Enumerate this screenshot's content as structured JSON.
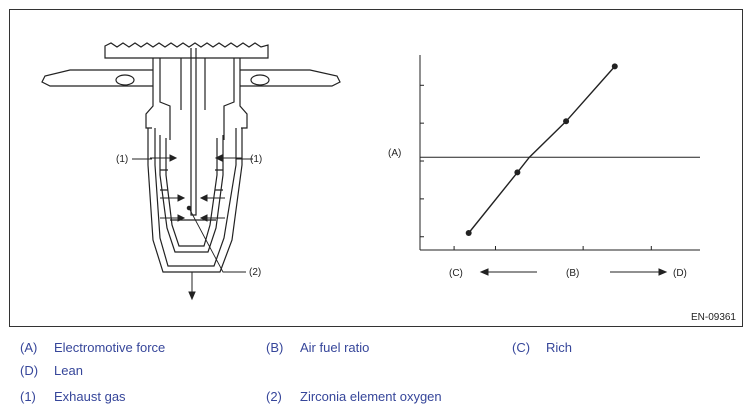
{
  "figure": {
    "code": "EN-09361",
    "sensor_labels": {
      "exhaust_left": "(1)",
      "exhaust_right": "(1)",
      "element": "(2)"
    },
    "graph_labels": {
      "a": "(A)",
      "b": "(B)",
      "c": "(C)",
      "d": "(D)"
    }
  },
  "chart_data": {
    "type": "line",
    "x": [
      1,
      2,
      3,
      4
    ],
    "y": [
      0.1,
      1.7,
      3.05,
      4.5
    ],
    "threshold_y": 2.1,
    "xlim": [
      0,
      5.75
    ],
    "ylim": [
      -0.35,
      4.8
    ],
    "yticks": [
      0,
      1,
      2,
      3,
      4
    ],
    "xticks": [
      0.7,
      1.55,
      3.35,
      4.75
    ],
    "y_axis_label": "(A)",
    "x_axis_label": "(B)",
    "left_label": "(C)",
    "right_label": "(D)"
  },
  "legend": [
    {
      "key": "(A)",
      "text": "Electromotive force"
    },
    {
      "key": "(B)",
      "text": "Air fuel ratio"
    },
    {
      "key": "(C)",
      "text": "Rich"
    },
    {
      "key": "(D)",
      "text": "Lean"
    },
    {
      "key": "(1)",
      "text": "Exhaust gas"
    },
    {
      "key": "(2)",
      "text": "Zirconia element oxygen"
    }
  ]
}
